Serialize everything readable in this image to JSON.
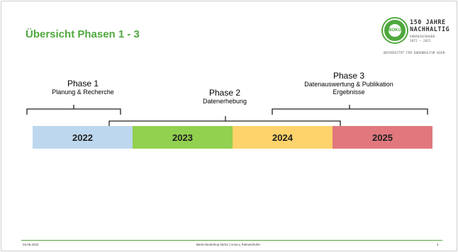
{
  "slide": {
    "title": "Übersicht Phasen 1 - 3",
    "accent_color": "#4fa83d"
  },
  "logo": {
    "seal_text": "BOKU",
    "line1": "150 JAHRE",
    "line2": "NACHHALTIG",
    "line3": "VORAUSSCHAUEN",
    "line4": "1872 – 2022",
    "university": "UNIVERSITÄT FÜR BODENKULTUR WIEN"
  },
  "phases": [
    {
      "title": "Phase 1",
      "subtitle": "Planung & Recherche"
    },
    {
      "title": "Phase 2",
      "subtitle": "Datenerhebung"
    },
    {
      "title": "Phase 3",
      "subtitle": "Datenauswertung & Publikation",
      "subtitle2": "Ergebnisse"
    }
  ],
  "years": [
    {
      "label": "2022",
      "color": "#bdd7ee"
    },
    {
      "label": "2023",
      "color": "#92d050"
    },
    {
      "label": "2024",
      "color": "#ffd36b"
    },
    {
      "label": "2025",
      "color": "#e0787e"
    }
  ],
  "footer": {
    "date": "03.06.2022",
    "center": "IBeSt Workshop 06/22 | Anna.L.Palmetzhofer",
    "page": "4"
  }
}
